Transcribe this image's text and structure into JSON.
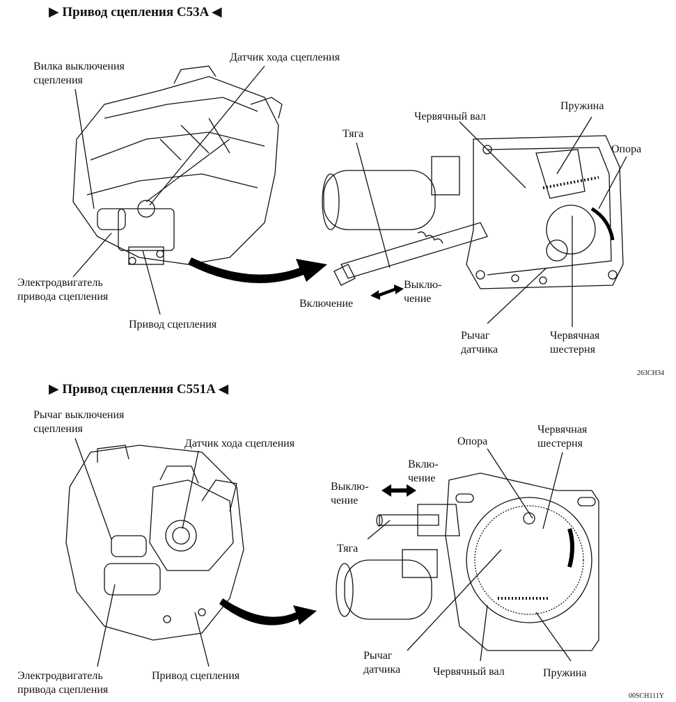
{
  "section1": {
    "title": "▶ Привод сцепления C53A ◀",
    "labels": {
      "release_fork_1": "Вилка выключения",
      "release_fork_2": "сцепления",
      "stroke_sensor": "Датчик хода сцепления",
      "motor_1": "Электродвигатель",
      "motor_2": "привода сцепления",
      "actuator": "Привод сцепления",
      "rod": "Тяга",
      "worm_shaft": "Червячный вал",
      "spring": "Пружина",
      "support": "Опора",
      "engage": "Включение",
      "disengage_1": "Выклю-",
      "disengage_2": "чение",
      "sensor_lever_1": "Рычаг",
      "sensor_lever_2": "датчика",
      "worm_gear_1": "Червячная",
      "worm_gear_2": "шестерня"
    },
    "figure_code": "263CH34"
  },
  "section2": {
    "title": "▶ Привод сцепления C551A ◀",
    "labels": {
      "release_lever_1": "Рычаг выключения",
      "release_lever_2": "сцепления",
      "stroke_sensor": "Датчик хода сцепления",
      "motor_1": "Электродвигатель",
      "motor_2": "привода сцепления",
      "actuator": "Привод сцепления",
      "support": "Опора",
      "worm_gear_1": "Червячная",
      "worm_gear_2": "шестерня",
      "engage_1": "Вклю-",
      "engage_2": "чение",
      "disengage_1": "Выклю-",
      "disengage_2": "чение",
      "rod": "Тяга",
      "sensor_lever_1": "Рычаг",
      "sensor_lever_2": "датчика",
      "worm_shaft": "Червячный вал",
      "spring": "Пружина"
    },
    "figure_code": "00SCH111Y"
  }
}
